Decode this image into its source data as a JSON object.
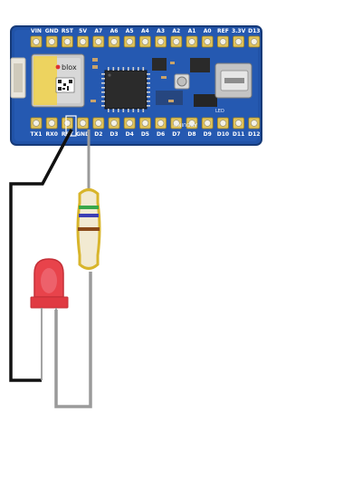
{
  "board": {
    "top_pin_labels": [
      "VIN",
      "GND",
      "RST",
      "5V",
      "A7",
      "A6",
      "A5",
      "A4",
      "A3",
      "A2",
      "A1",
      "A0",
      "REF",
      "3.3V",
      "D13"
    ],
    "bottom_pin_labels": [
      "TX1",
      "RX0",
      "RST",
      "GND",
      "D2",
      "D3",
      "D4",
      "D5",
      "D6",
      "D7",
      "D8",
      "D9",
      "D10",
      "D11",
      "D12"
    ],
    "module_brand": "blox",
    "board_name": "ARDUINO",
    "led_text": "LED"
  },
  "colors": {
    "board": "#1f4fa3",
    "wire_black": "#111111",
    "wire_gray": "#9a9a9a",
    "led_red": "#e8434b",
    "resistor_body": "#f2ead2",
    "resistor_outline": "#d8b52c"
  }
}
